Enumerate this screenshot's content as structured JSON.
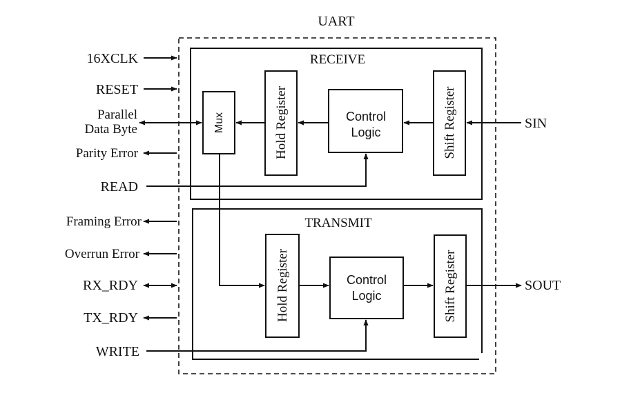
{
  "title": "UART",
  "receive": {
    "title": "RECEIVE",
    "mux": "Mux",
    "hold_register": "Hold Register",
    "control_logic_line1": "Control",
    "control_logic_line2": "Logic",
    "shift_register": "Shift Register"
  },
  "transmit": {
    "title": "TRANSMIT",
    "hold_register": "Hold Register",
    "control_logic_line1": "Control",
    "control_logic_line2": "Logic",
    "shift_register": "Shift Register"
  },
  "signals": {
    "clk": "16XCLK",
    "reset": "RESET",
    "parallel_line1": "Parallel",
    "parallel_line2": "Data Byte",
    "parity_error": "Parity Error",
    "read": "READ",
    "framing_error": "Framing Error",
    "overrun_error": "Overrun Error",
    "rx_rdy": "RX_RDY",
    "tx_rdy": "TX_RDY",
    "write": "WRITE",
    "sin": "SIN",
    "sout": "SOUT"
  }
}
